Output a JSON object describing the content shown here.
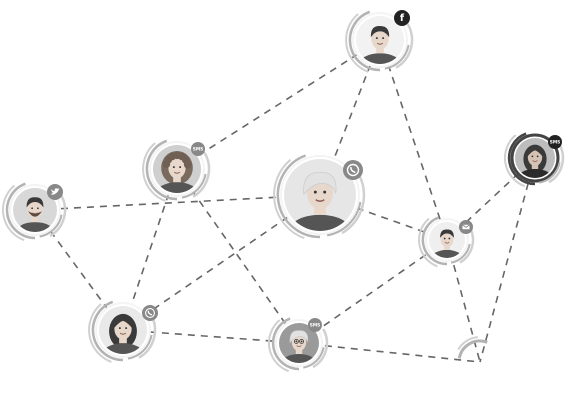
{
  "colors": {
    "background": "#ffffff",
    "line": "#666666",
    "ring_light": "#d0d0d0",
    "ring_mid": "#b3b3b3",
    "ring_dark": "#444444",
    "badge": "#888888",
    "badge_dark": "#222222",
    "skin": "#e8d8cc",
    "hair_dark": "#3a3a3a",
    "hair_blonde": "#e2e2e2",
    "shirt": "#555555"
  },
  "network": {
    "nodes": [
      {
        "id": "top-man",
        "name": "node-top-man",
        "badge_icon": "facebook-icon",
        "badge_text": "f"
      },
      {
        "id": "woman-curly",
        "name": "node-woman-curly",
        "badge_icon": "chat-bubble-icon",
        "badge_text": "SMS"
      },
      {
        "id": "left-man",
        "name": "node-left-man",
        "badge_icon": "twitter-bird-icon",
        "badge_text": ""
      },
      {
        "id": "center-woman",
        "name": "node-center-woman",
        "badge_icon": "whatsapp-phone-icon",
        "badge_text": ""
      },
      {
        "id": "right-man",
        "name": "node-right-man",
        "badge_icon": "envelope-icon",
        "badge_text": ""
      },
      {
        "id": "far-right-woman",
        "name": "node-far-right-woman",
        "badge_icon": "sms-bubble-icon",
        "badge_text": "SMS"
      },
      {
        "id": "bottom-left-woman",
        "name": "node-bottom-left-woman",
        "badge_icon": "whatsapp-phone-icon",
        "badge_text": ""
      },
      {
        "id": "bottom-center-woman",
        "name": "node-bottom-center-woman",
        "badge_icon": "sms-badge-icon",
        "badge_text": "SMS"
      }
    ],
    "edges": [
      [
        "top-man",
        "woman-curly"
      ],
      [
        "top-man",
        "center-woman"
      ],
      [
        "top-man",
        "right-man"
      ],
      [
        "woman-curly",
        "bottom-left-woman"
      ],
      [
        "woman-curly",
        "bottom-center-woman"
      ],
      [
        "left-man",
        "center-woman"
      ],
      [
        "left-man",
        "bottom-left-woman"
      ],
      [
        "center-woman",
        "right-man"
      ],
      [
        "center-woman",
        "bottom-left-woman"
      ],
      [
        "right-man",
        "far-right-woman"
      ],
      [
        "right-man",
        "bottom-center-woman"
      ],
      [
        "right-man",
        "bottom-right-arc"
      ],
      [
        "far-right-woman",
        "bottom-right-arc"
      ],
      [
        "bottom-left-woman",
        "bottom-center-woman"
      ],
      [
        "bottom-center-woman",
        "bottom-right-arc"
      ]
    ]
  }
}
